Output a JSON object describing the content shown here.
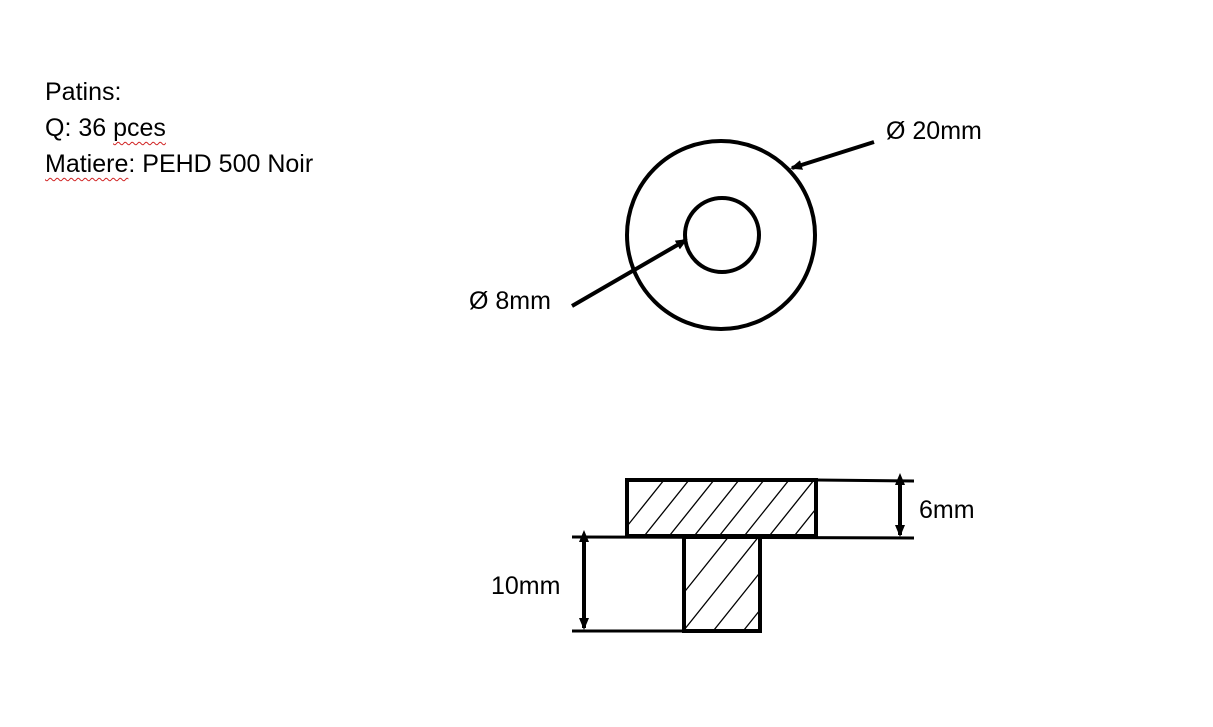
{
  "spec": {
    "title": "Patins:",
    "quantity_label": "Q: 36 ",
    "quantity_unit": "pces",
    "material_key": "Matiere",
    "material_value": ": PEHD 500 Noir"
  },
  "dimensions": {
    "outer_diameter": "Ø 20mm",
    "inner_diameter": "Ø 8mm",
    "flange_thickness": "6mm",
    "total_height": "10mm"
  },
  "colors": {
    "line": "#000000",
    "spellcheck_underline": "#d02020",
    "background": "#ffffff"
  }
}
